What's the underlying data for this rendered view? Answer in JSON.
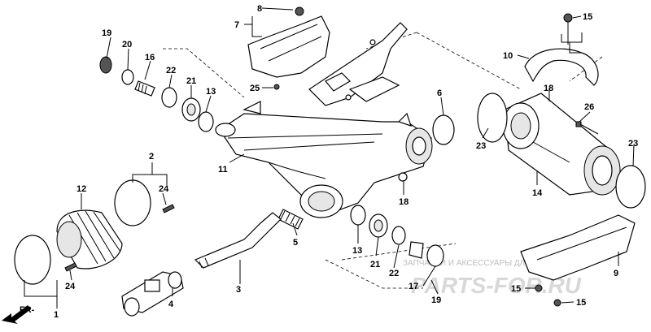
{
  "diagram": {
    "callouts": [
      "1",
      "2",
      "3",
      "4",
      "5",
      "6",
      "7",
      "8",
      "9",
      "10",
      "11",
      "12",
      "13",
      "14",
      "15",
      "16",
      "17",
      "18",
      "19",
      "20",
      "21",
      "22",
      "23",
      "24",
      "25",
      "26"
    ],
    "direction_label": "FR-",
    "watermark_text": "ЗАПЧАСТИ И АКСЕССУАРЫ ДЛЯ МОТОТЕХНИКИ",
    "watermark_logo": "PARTS-FOR.RU"
  }
}
